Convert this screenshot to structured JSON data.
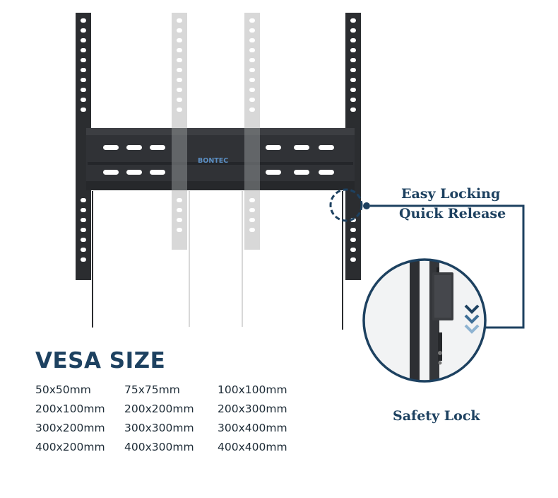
{
  "brand": "BONTEC",
  "callouts": {
    "locking_line1": "Easy Locking",
    "locking_line2": "Quick Release",
    "safety": "Safety Lock"
  },
  "vesa": {
    "title": "VESA SIZE",
    "sizes": [
      [
        "50x50mm",
        "75x75mm",
        "100x100mm"
      ],
      [
        "200x100mm",
        "200x200mm",
        "200x300mm"
      ],
      [
        "300x200mm",
        "300x300mm",
        "300x400mm"
      ],
      [
        "400x200mm",
        "400x300mm",
        "400x400mm"
      ]
    ]
  },
  "colors": {
    "accent": "#1d4160",
    "bracket": "#2b2d30",
    "ghost_arm": "#c9cacb",
    "chevron": "#1d4160"
  },
  "icons": [
    "chevron-down-icon",
    "chevron-down-icon",
    "chevron-down-icon"
  ]
}
